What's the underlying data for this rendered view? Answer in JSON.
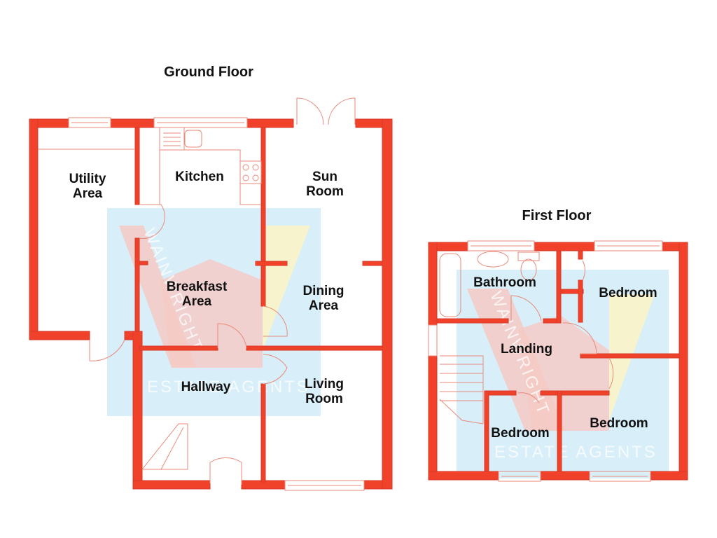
{
  "floorplan": {
    "ground_floor": {
      "title": "Ground Floor",
      "rooms": {
        "utility": [
          "Utility",
          "Area"
        ],
        "kitchen": [
          "Kitchen"
        ],
        "sun_room": [
          "Sun",
          "Room"
        ],
        "breakfast": [
          "Breakfast",
          "Area"
        ],
        "dining": [
          "Dining",
          "Area"
        ],
        "hallway": [
          "Hallway"
        ],
        "living": [
          "Living",
          "Room"
        ]
      }
    },
    "first_floor": {
      "title": "First Floor",
      "rooms": {
        "bathroom": [
          "Bathroom"
        ],
        "bedroom_1": [
          "Bedroom"
        ],
        "landing": [
          "Landing"
        ],
        "bedroom_2": [
          "Bedroom"
        ],
        "bedroom_3": [
          "Bedroom"
        ]
      }
    },
    "watermark": {
      "brand": "WAINWRIGHT",
      "tagline": "ESTATE AGENTS",
      "colors": {
        "blue": "#d4ecf8",
        "red": "#f6c9c4",
        "yellow": "#fbf3c8"
      }
    },
    "wall_color": "#f0412a"
  }
}
